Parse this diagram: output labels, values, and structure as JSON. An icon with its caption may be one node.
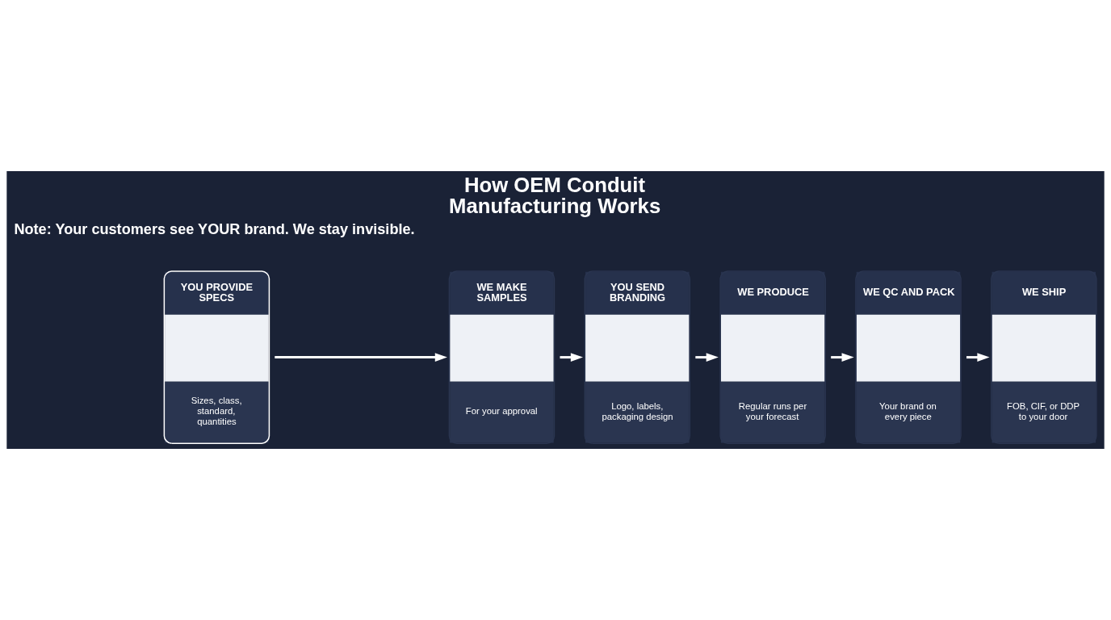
{
  "diagram": {
    "title": "How OEM Conduit Manufacturing Works",
    "nodes": [
      {
        "text": [
          "YOU PROVIDE SPECS",
          "Sizes, class, standard, quantities"
        ]
      },
      {
        "text": [
          "WE MAKE SAMPLES",
          "For your approval"
        ]
      },
      {
        "text": [
          "YOU SEND BRANDING",
          "Logo, labels, packaging design"
        ]
      },
      {
        "text": [
          "WE PRODUCE",
          "Regular runs per your forecast"
        ]
      },
      {
        "text": [
          "WE QC AND PACK",
          "Your brand on every piece"
        ]
      },
      {
        "text": [
          "WE SHIP",
          "FOB, CIF, or DDP to your door"
        ]
      }
    ],
    "edges": [
      {
        "from": 0,
        "to": 1,
        "arrow": "to"
      },
      {
        "from": 1,
        "to": 2,
        "arrow": "to"
      },
      {
        "from": 2,
        "to": 3,
        "arrow": "to"
      },
      {
        "from": 3,
        "to": 4,
        "arrow": "to"
      },
      {
        "from": 4,
        "to": 5,
        "arrow": "to"
      }
    ],
    "labels": [
      "Note: Your customers see YOUR brand. We stay invisible."
    ]
  }
}
